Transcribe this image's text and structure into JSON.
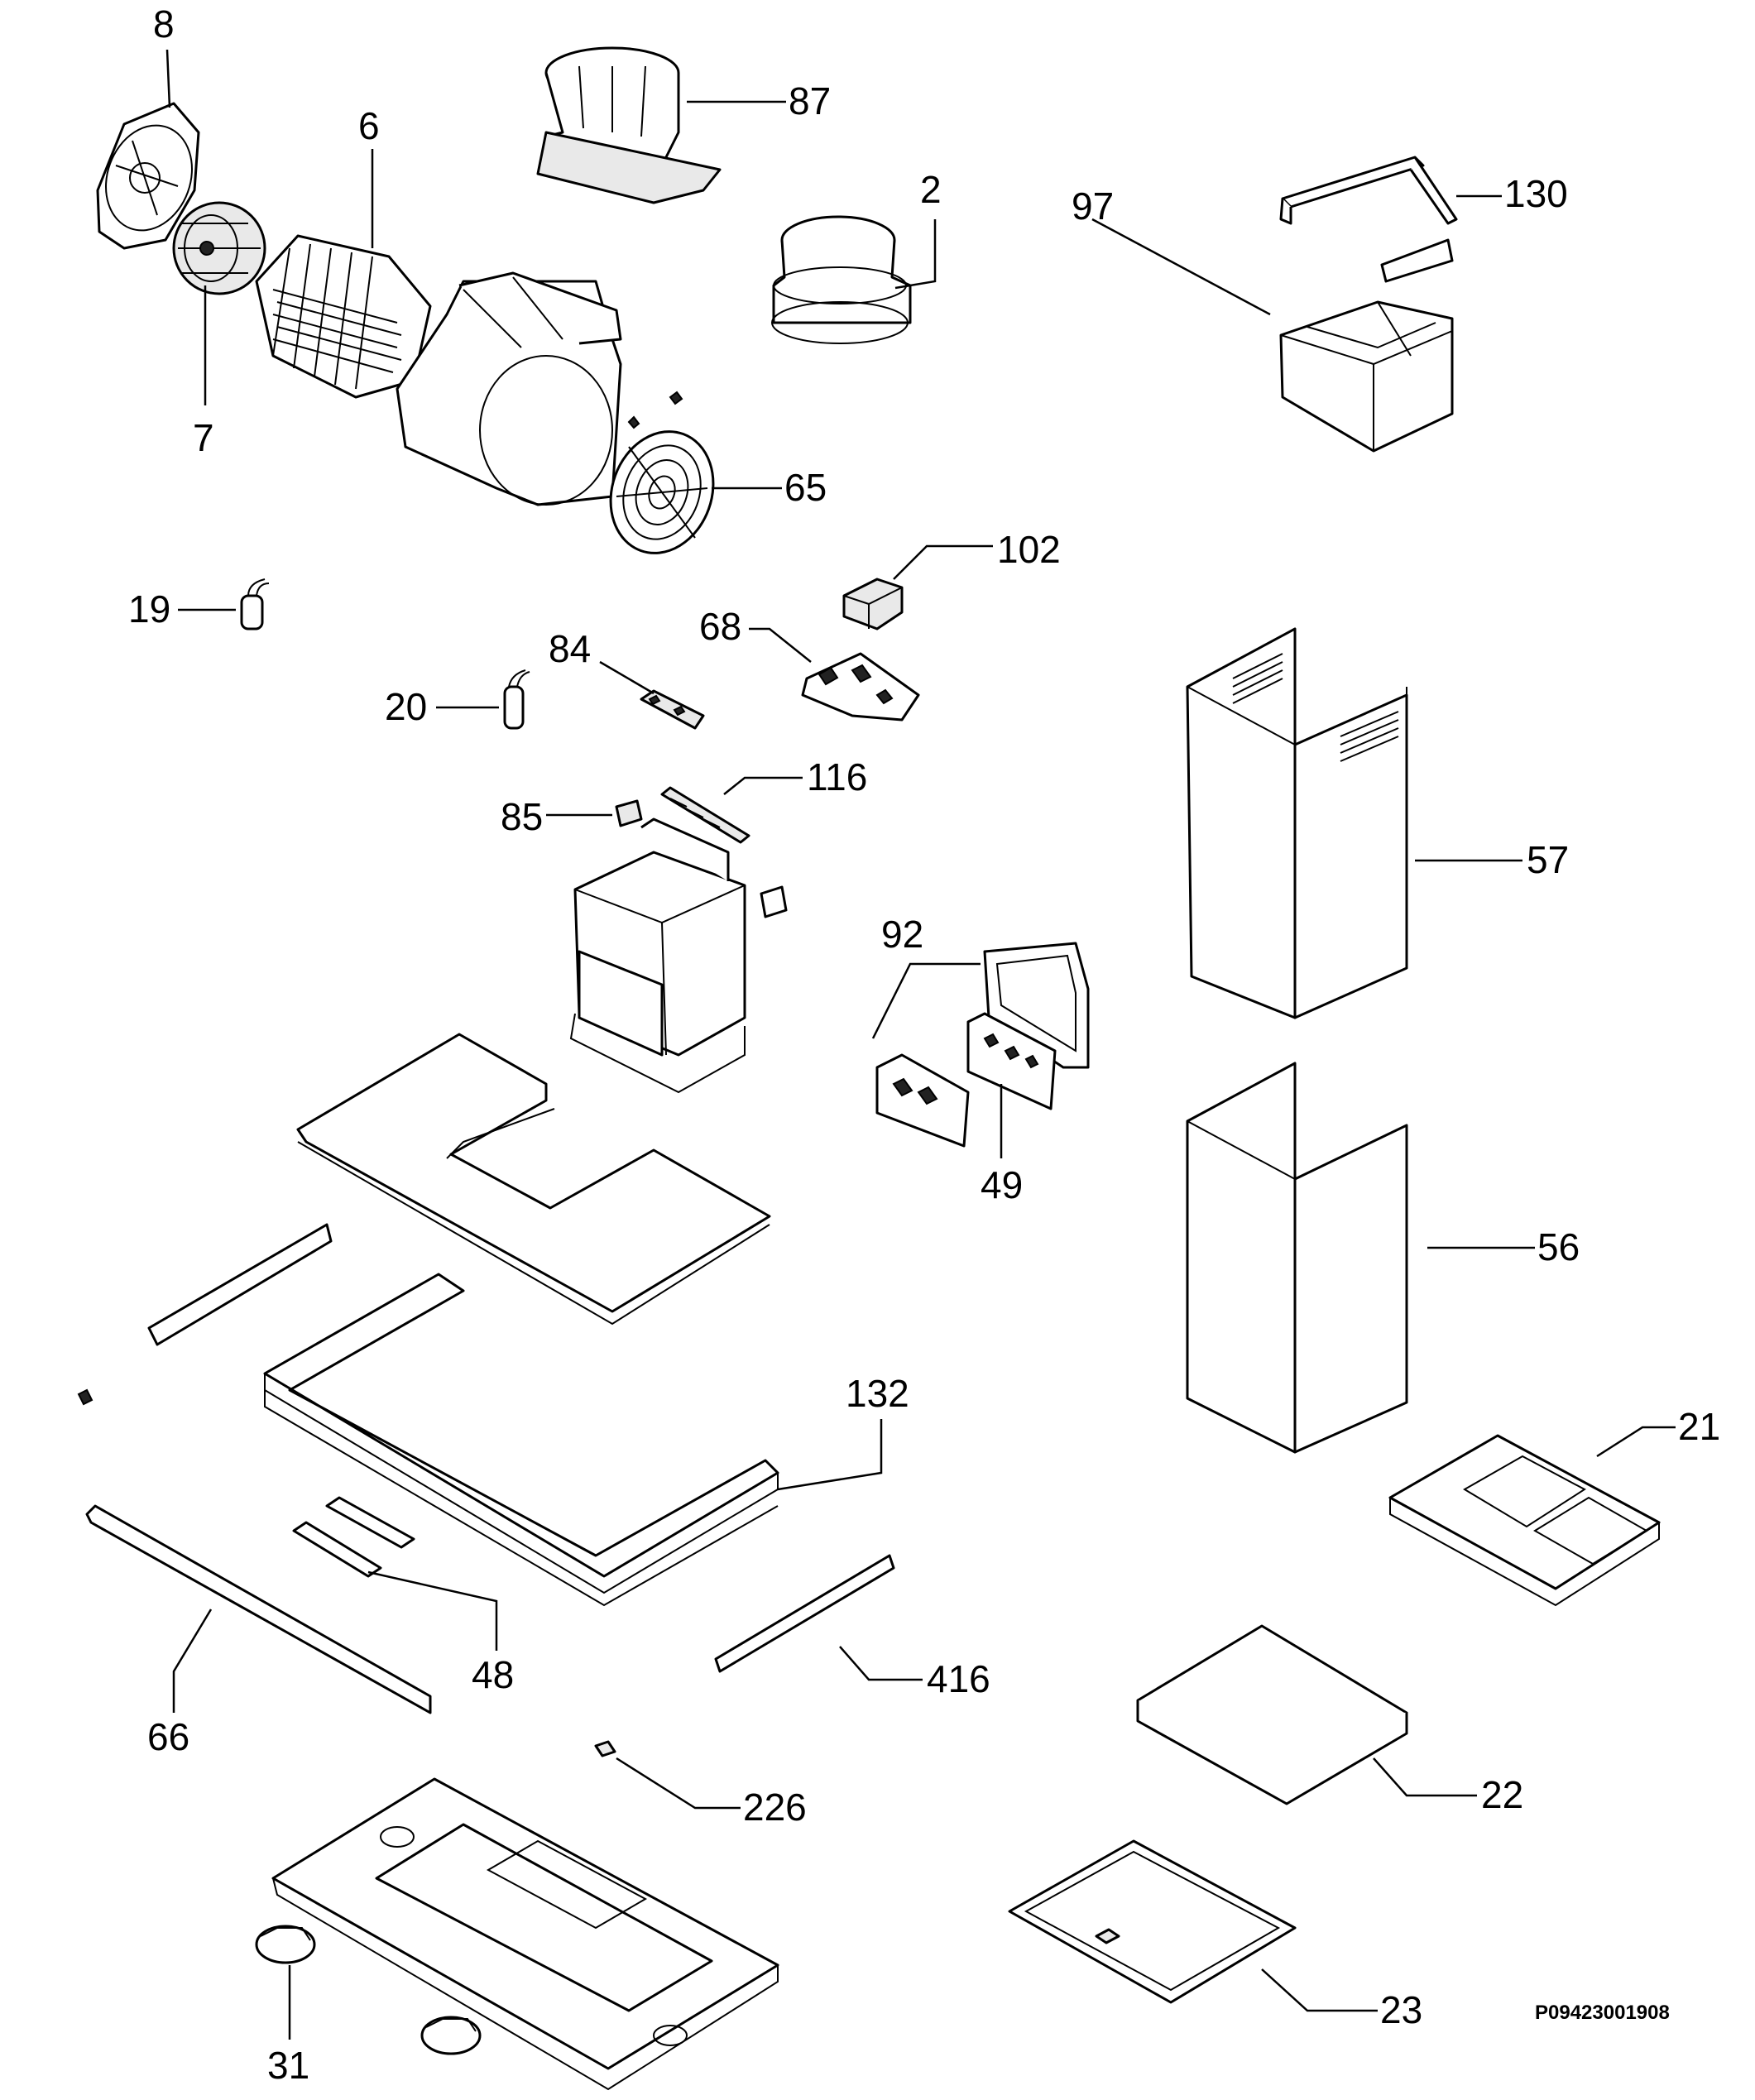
{
  "diagram": {
    "document_code": "P09423001908",
    "parts": [
      {
        "id": "p8",
        "label": "8"
      },
      {
        "id": "p87",
        "label": "87"
      },
      {
        "id": "p6",
        "label": "6"
      },
      {
        "id": "p2",
        "label": "2"
      },
      {
        "id": "p130",
        "label": "130"
      },
      {
        "id": "p97",
        "label": "97"
      },
      {
        "id": "p7",
        "label": "7"
      },
      {
        "id": "p65",
        "label": "65"
      },
      {
        "id": "p102",
        "label": "102"
      },
      {
        "id": "p19",
        "label": "19"
      },
      {
        "id": "p68",
        "label": "68"
      },
      {
        "id": "p84",
        "label": "84"
      },
      {
        "id": "p20",
        "label": "20"
      },
      {
        "id": "p116",
        "label": "116"
      },
      {
        "id": "p85",
        "label": "85"
      },
      {
        "id": "p57",
        "label": "57"
      },
      {
        "id": "p92",
        "label": "92"
      },
      {
        "id": "p49",
        "label": "49"
      },
      {
        "id": "p56",
        "label": "56"
      },
      {
        "id": "p132",
        "label": "132"
      },
      {
        "id": "p21",
        "label": "21"
      },
      {
        "id": "p48",
        "label": "48"
      },
      {
        "id": "p66",
        "label": "66"
      },
      {
        "id": "p416",
        "label": "416"
      },
      {
        "id": "p22",
        "label": "22"
      },
      {
        "id": "p226",
        "label": "226"
      },
      {
        "id": "p31",
        "label": "31"
      },
      {
        "id": "p23",
        "label": "23"
      }
    ]
  }
}
